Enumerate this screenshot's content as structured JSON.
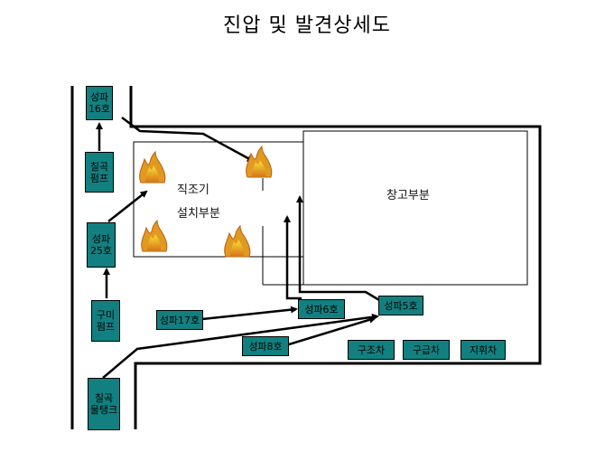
{
  "title": "진압 및 발견상세도",
  "areas": {
    "machine": "직조기\n설치부분",
    "warehouse": "창고부분"
  },
  "units": {
    "seongpa16": "성파\n16호",
    "chilgok_pump": "칠곡\n펌프",
    "seongpa25": "성파\n25호",
    "gumi_pump": "구미\n펌프",
    "chilgok_tank": "칠곡\n물탱크",
    "seongpa17": "성파17호",
    "seongpa6": "성파6호",
    "seongpa5": "성파5호",
    "seongpa8": "성파8호",
    "rescue": "구조차",
    "ambulance": "구급차",
    "command": "지휘차"
  },
  "colors": {
    "unit_fill": "#128080",
    "fire_outer": "#e8a21a",
    "fire_inner": "#f7e23a"
  },
  "icons": [
    "fire-icon"
  ]
}
